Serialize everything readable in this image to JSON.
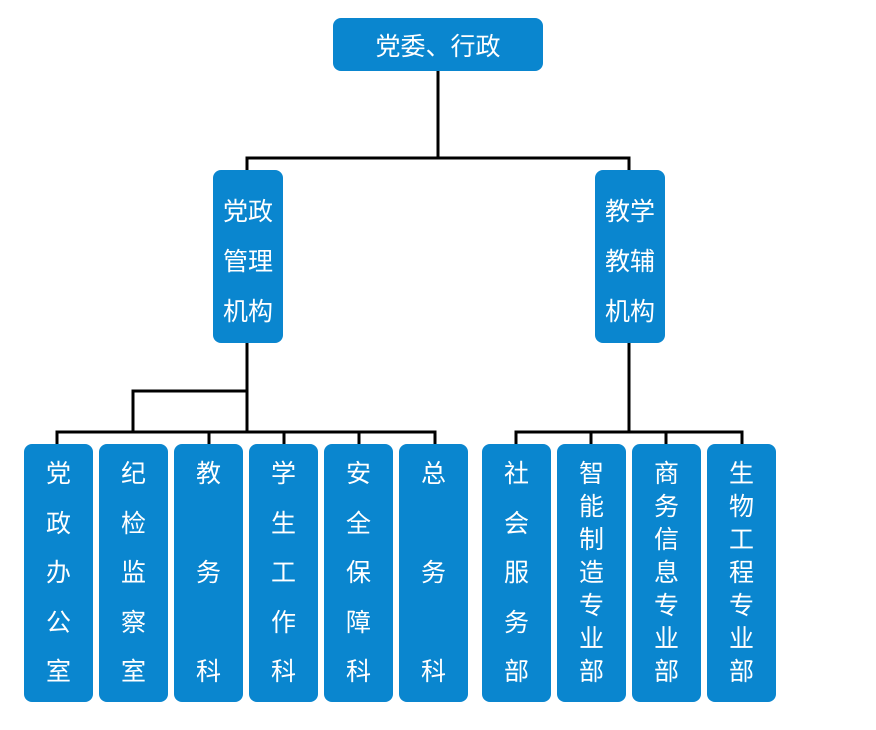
{
  "colors": {
    "node_fill": "#0a86cf",
    "node_text": "#ffffff",
    "connector": "#000000"
  },
  "root": {
    "label": "党委、行政"
  },
  "branches": [
    {
      "label_lines": [
        "党政",
        "管理",
        "机构"
      ]
    },
    {
      "label_lines": [
        "教学",
        "教辅",
        "机构"
      ]
    }
  ],
  "leaves": [
    {
      "label_chars": [
        "党",
        "政",
        "办",
        "公",
        "室"
      ]
    },
    {
      "label_chars": [
        "纪",
        "检",
        "监",
        "察",
        "室"
      ]
    },
    {
      "label_chars": [
        "教",
        "",
        "务",
        "",
        "科"
      ]
    },
    {
      "label_chars": [
        "学",
        "生",
        "工",
        "作",
        "科"
      ]
    },
    {
      "label_chars": [
        "安",
        "全",
        "保",
        "障",
        "科"
      ]
    },
    {
      "label_chars": [
        "总",
        "",
        "务",
        "",
        "科"
      ]
    },
    {
      "label_chars": [
        "社",
        "会",
        "服",
        "务",
        "部"
      ]
    },
    {
      "label_chars": [
        "智",
        "能",
        "制",
        "造",
        "专",
        "业",
        "部"
      ]
    },
    {
      "label_chars": [
        "商",
        "务",
        "信",
        "息",
        "专",
        "业",
        "部"
      ]
    },
    {
      "label_chars": [
        "生",
        "物",
        "工",
        "程",
        "专",
        "业",
        "部"
      ]
    }
  ]
}
